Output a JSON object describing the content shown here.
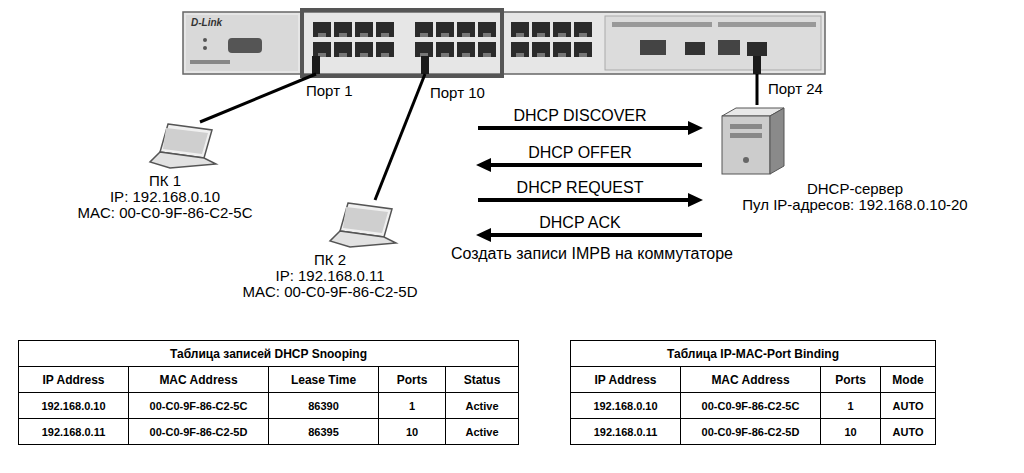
{
  "diagram": {
    "nodes": [
      {
        "text": [
          "D-Link"
        ]
      },
      {
        "text": [
          "ПК 1",
          "IP: 192.168.0.10",
          "MAC: 00-C0-9F-86-C2-5C"
        ]
      },
      {
        "text": [
          "ПК 2",
          "IP: 192.168.0.11",
          "MAC: 00-C0-9F-86-C2-5D"
        ]
      },
      {
        "text": [
          "DHCP-сервер",
          "Пул IP-адресов: 192.168.0.10-20"
        ]
      }
    ],
    "edges": [
      {
        "from": 0,
        "to": 1,
        "arrow": "none"
      },
      {
        "from": 0,
        "to": 2,
        "arrow": "none"
      },
      {
        "from": 0,
        "to": 3,
        "arrow": "none"
      }
    ],
    "labels": [
      "Порт 1",
      "Порт 10",
      "Порт 24",
      "DHCP DISCOVER",
      "DHCP OFFER",
      "DHCP REQUEST",
      "DHCP ACK",
      "Создать записи IMPB на коммутаторе",
      "Таблица записей DHCP Snooping",
      "IP Address",
      "MAC Address",
      "Lease Time",
      "Ports",
      "Status",
      "192.168.0.10",
      "00-C0-9F-86-C2-5C",
      "86390",
      "1",
      "Active",
      "192.168.0.11",
      "00-C0-9F-86-C2-5D",
      "86395",
      "10",
      "Active",
      "Таблица IP-MAC-Port Binding",
      "IP Address",
      "MAC Address",
      "Ports",
      "Mode",
      "192.168.0.10",
      "00-C0-9F-86-C2-5C",
      "1",
      "AUTO",
      "192.168.0.11",
      "00-C0-9F-86-C2-5D",
      "10",
      "AUTO"
    ]
  }
}
